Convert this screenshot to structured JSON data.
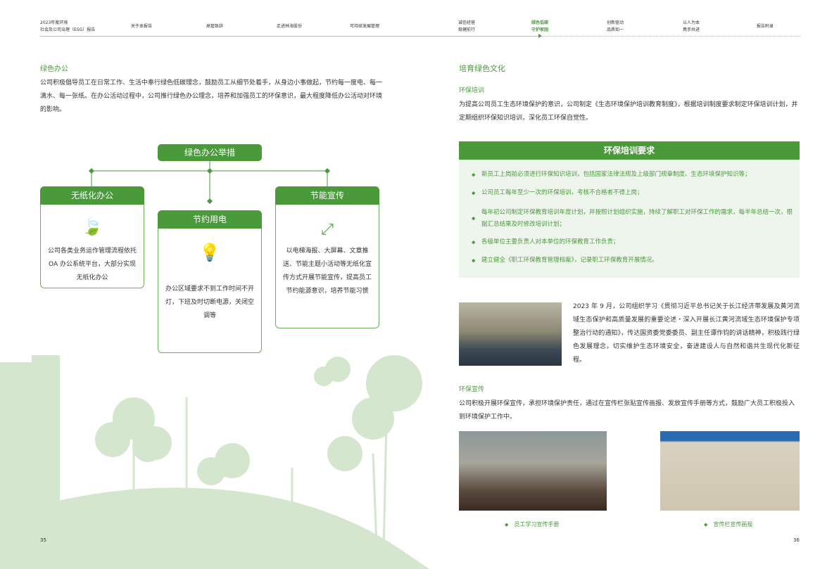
{
  "nav": {
    "report_title_1": "2023年度环境",
    "report_title_2": "社会及公司治理（ESG）报告",
    "items": [
      "关于本报告",
      "高管致辞",
      "走进林海股份",
      "可持续发展管理"
    ],
    "right": [
      [
        "诚信经营",
        "稳健前行"
      ],
      [
        "绿色低碳",
        "守护家园"
      ],
      [
        "创新驱动",
        "品质如一"
      ],
      [
        "以人为本",
        "携手共进"
      ]
    ],
    "appendix": "报告附录"
  },
  "left": {
    "title": "绿色办公",
    "intro": "公司积极倡导员工在日常工作、生活中奉行绿色低碳理念，鼓励员工从细节处着手，从身边小事做起，节约每一度电、每一滴水、每一张纸。在办公活动过程中，公司推行绿色办公理念，培养和加强员工的环保意识，最大程度降低办公活动对环境的影响。",
    "diagram_title": "绿色办公举措",
    "cards": [
      {
        "title": "无纸化办公",
        "icon": "leaf-icon",
        "text": "公司各类业务运作管理流程依托 OA 办公系统平台，大部分实现无纸化办公"
      },
      {
        "title": "节约用电",
        "icon": "lightbulb-icon",
        "text": "办公区域要求不到工作时间不开灯，下班及时切断电源，关闭空调等"
      },
      {
        "title": "节能宣传",
        "icon": "expand-arrows-icon",
        "text": "以电梯海报、大屏幕、文章推送、节能主题小活动等无纸化宣传方式开展节能宣传，提高员工节约能源意识，培养节能习惯"
      }
    ],
    "page": "35"
  },
  "right": {
    "title": "培育绿色文化",
    "training_title": "环保培训",
    "training_text": "为提高公司员工生态环境保护的意识，公司制定《生态环境保护培训教育制度》，根据培训制度要求制定环保培训计划，并定期组织环保知识培训，深化员工环保自觉性。",
    "req_title": "环保培训要求",
    "requirements": [
      "新员工上岗前必须进行环保知识培训，包括国家法律法规及上级部门规章制度、生态环境保护知识等；",
      "公司员工每年至少一次的环保培训，考核不合格者不得上岗；",
      "每年初公司制定环保教育培训年度计划，并按照计划组织实施，持续了解职工对环保工作的需求，每半年总结一次，根据汇总结果及时修改培训计划；",
      "各级单位主要负责人对本单位的环保教育工作负责；",
      "建立健全《职工环保教育管理档案》，记录职工环保教育开展情况。"
    ],
    "study_text": "2023 年 9 月，公司组织学习《贯彻习近平总书记关于长江经济带发展及黄河流域生态保护和高质量发展的重要论述・深入开展长江黄河流域生态环境保护专项整治行动的通知》，传达国资委党委委员、副主任谭作钧的讲话精神，积极践行绿色发展理念，切实维护生态环境安全，奋进建设人与自然和谐共生现代化新征程。",
    "promo_title": "环保宣传",
    "promo_text": "公司积极开展环保宣传，承担环境保护责任，通过在宣传栏张贴宣传画报、发放宣传手册等方式，鼓励广大员工积极投入到环境保护工作中。",
    "captions": [
      "员工学习宣传手册",
      "宣传栏宣传画报"
    ],
    "page": "36"
  },
  "colors": {
    "accent": "#4a9a3c",
    "light": "#eef5ec",
    "illustration": "#d4e6cd"
  }
}
